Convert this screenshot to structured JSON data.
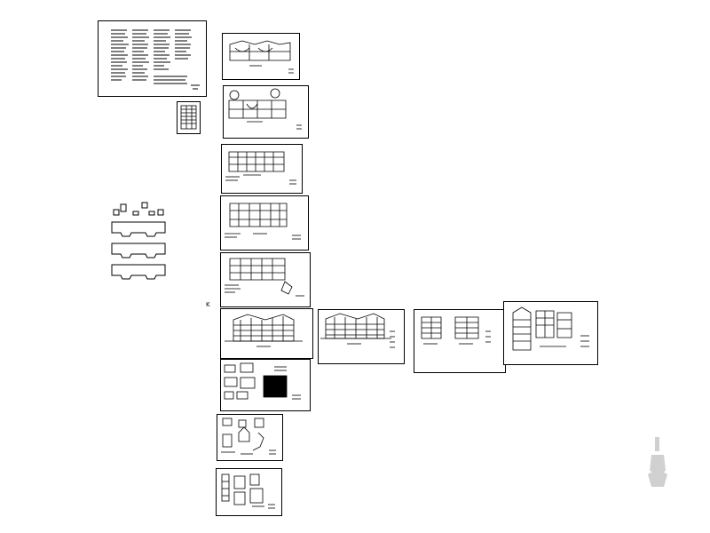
{
  "canvas": {
    "background": "#ffffff",
    "line_color": "#000000"
  },
  "stray_label": "K",
  "sheets": [
    {
      "id": "design-notes"
    },
    {
      "id": "door-window-schedule"
    },
    {
      "id": "floor-plan-1"
    },
    {
      "id": "floor-plan-2"
    },
    {
      "id": "floor-plan-3"
    },
    {
      "id": "floor-plan-4"
    },
    {
      "id": "floor-plan-5"
    },
    {
      "id": "elevation-1"
    },
    {
      "id": "elevation-2"
    },
    {
      "id": "elevation-3"
    },
    {
      "id": "sections"
    },
    {
      "id": "details-1"
    },
    {
      "id": "details-2"
    },
    {
      "id": "details-3"
    }
  ],
  "watermark": {
    "icon": "leaf-logo-icon",
    "color": "#d0d0d0"
  }
}
